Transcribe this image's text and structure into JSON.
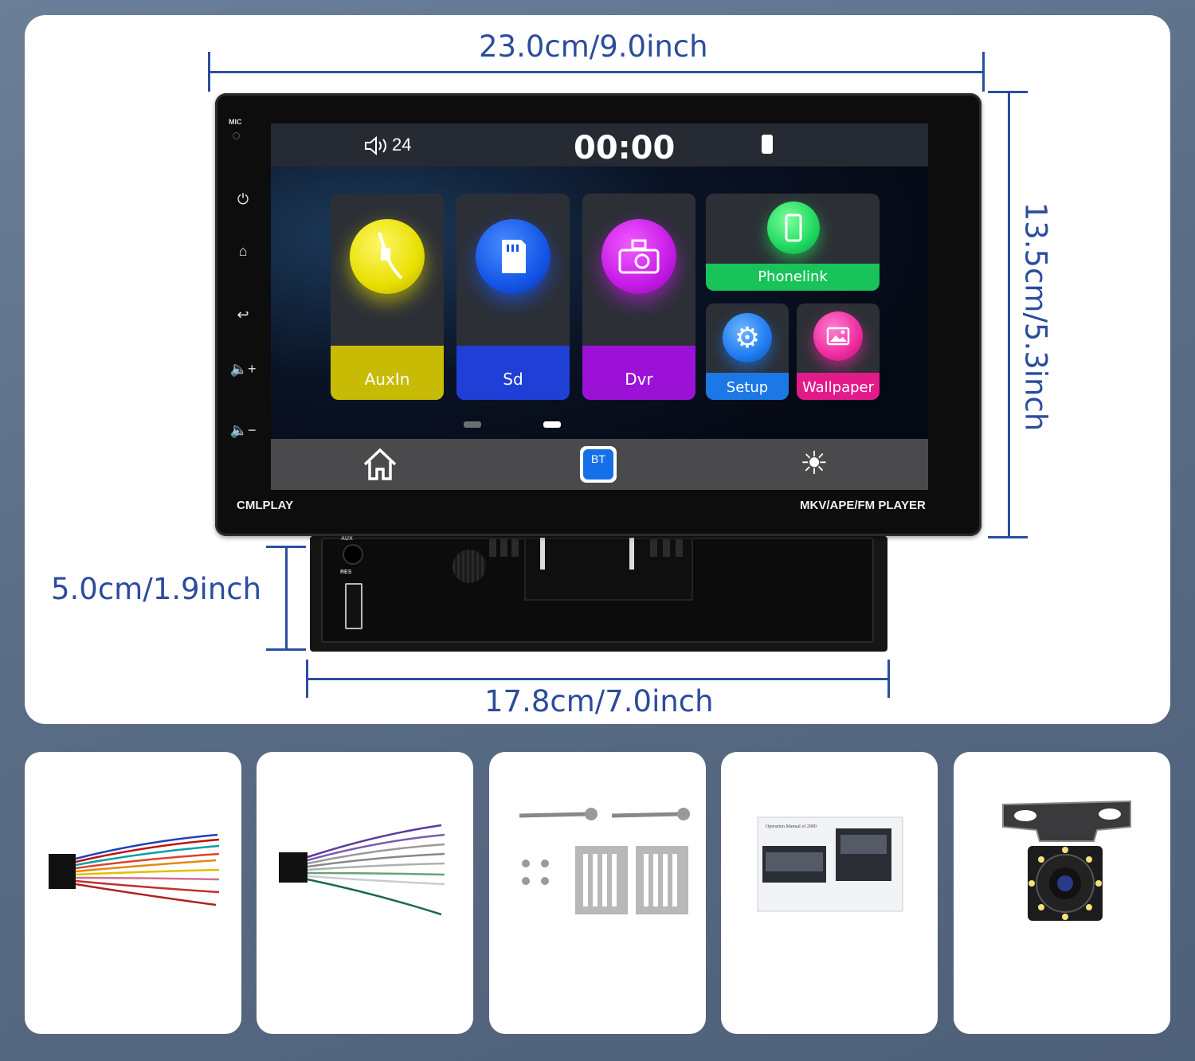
{
  "dimensions": {
    "width_top": "23.0cm/9.0inch",
    "height_right": "13.5cm/5.3inch",
    "depth_left": "5.0cm/1.9inch",
    "width_bottom": "17.8cm/7.0inch"
  },
  "device": {
    "mic_label": "MIC",
    "brand": "CMLPLAY",
    "model": "MKV/APE/FM PLAYER",
    "aux_label": "AUX",
    "res_label": "RES",
    "side_buttons": [
      "power-icon",
      "home-icon",
      "back-icon",
      "volume-up-icon",
      "volume-down-icon"
    ]
  },
  "screen": {
    "volume": "24",
    "clock": "00:00",
    "apps": [
      {
        "label": "AuxIn",
        "color": "#c9bc06",
        "icon": "aux-cable-icon"
      },
      {
        "label": "Sd",
        "color": "#1f3fd6",
        "icon": "sd-card-icon"
      },
      {
        "label": "Dvr",
        "color": "#9b12d6",
        "icon": "dashcam-icon"
      },
      {
        "label": "Phonelink",
        "color": "#18c45a",
        "icon": "phone-icon"
      },
      {
        "label": "Setup",
        "color": "#1b78e6",
        "icon": "gear-icon"
      },
      {
        "label": "Wallpaper",
        "color": "#e21a8a",
        "icon": "image-icon"
      }
    ],
    "bt_label": "BT"
  },
  "accessories": [
    "wiring-harness-1",
    "wiring-harness-2",
    "mounting-kit",
    "operation-manual",
    "backup-camera"
  ],
  "manual_title": "Operation Manual of 2900"
}
